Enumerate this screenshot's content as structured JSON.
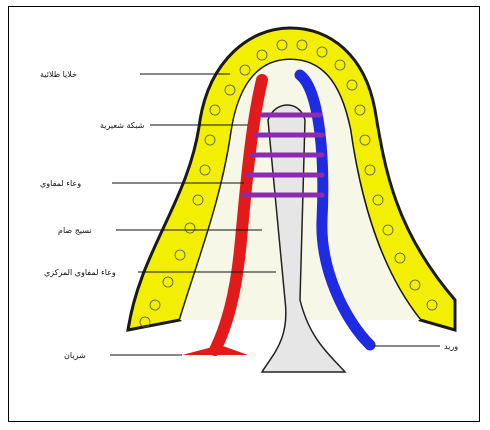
{
  "diagram": {
    "labels": [
      {
        "id": "epithelial-cells",
        "text": "خلايا طلائية"
      },
      {
        "id": "capillary-network",
        "text": "شبكة شعيرية"
      },
      {
        "id": "lymph-vessel",
        "text": "وعاء لمفاوي"
      },
      {
        "id": "connective-tissue",
        "text": "نسيج ضام"
      },
      {
        "id": "central-lacteal",
        "text": "وعاء لمفاوي المركزي"
      },
      {
        "id": "artery",
        "text": "شريان"
      },
      {
        "id": "vein",
        "text": "وريد"
      }
    ],
    "colors": {
      "epithelium": "#f2f000",
      "epithelium_outline": "#1a1a1a",
      "artery": "#e31a1a",
      "vein": "#1f2be0",
      "lacteal": "#e6e6e6",
      "tissue": "#f7f7e8"
    }
  }
}
